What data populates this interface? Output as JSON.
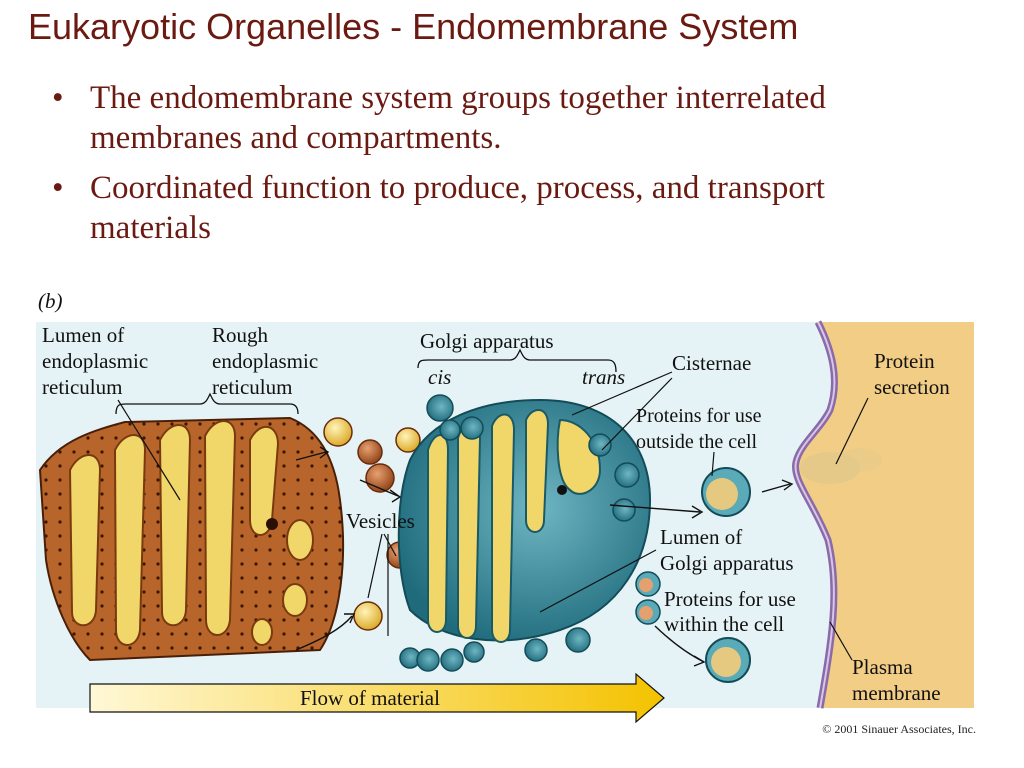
{
  "slide": {
    "title": "Eukaryotic Organelles - Endomembrane System",
    "bullets": [
      "The endomembrane system groups together interrelated membranes and compartments.",
      "Coordinated function to produce, process, and transport materials"
    ],
    "bullet_glyph": "•"
  },
  "figure": {
    "panel_label": "(b)",
    "labels": {
      "lumen_er": [
        "Lumen of",
        "endoplasmic",
        "reticulum"
      ],
      "rough_er": [
        "Rough",
        "endoplasmic",
        "reticulum"
      ],
      "golgi": "Golgi apparatus",
      "cis": "cis",
      "trans": "trans",
      "cisternae": "Cisternae",
      "proteins_outside": [
        "Proteins for use",
        "outside the cell"
      ],
      "vesicles": "Vesicles",
      "lumen_golgi": [
        "Lumen of",
        "Golgi apparatus"
      ],
      "proteins_within": [
        "Proteins for use",
        "within the cell"
      ],
      "protein_secretion": [
        "Protein",
        "secretion"
      ],
      "plasma_membrane": [
        "Plasma",
        "membrane"
      ],
      "flow": "Flow of material"
    },
    "colors": {
      "background": "#e6f3f6",
      "extracellular": "#f2cd86",
      "er": "#b8652b",
      "er_lumen": "#f1d66a",
      "golgi": "#3a8fa0",
      "arrow": "#f5c800"
    }
  },
  "copyright": "© 2001 Sinauer Associates, Inc."
}
